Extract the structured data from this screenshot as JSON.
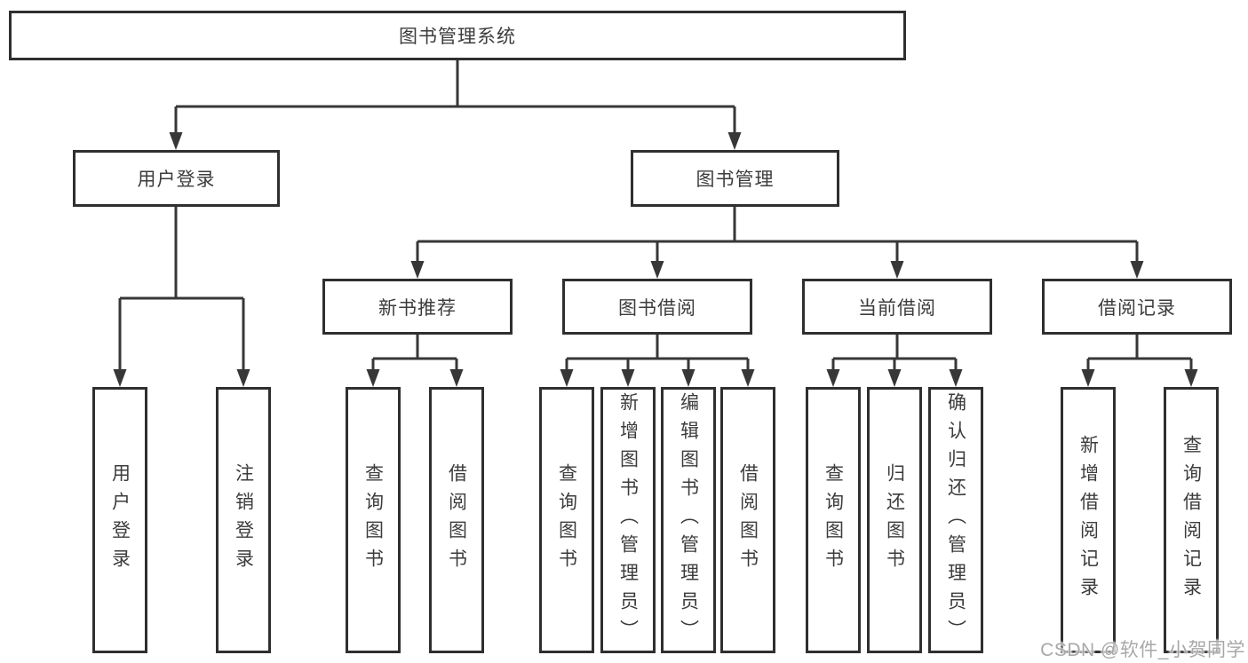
{
  "tree": {
    "label": "图书管理系统",
    "children": [
      {
        "label": "用户登录",
        "children": [
          {
            "label": "用户登录"
          },
          {
            "label": "注销登录"
          }
        ]
      },
      {
        "label": "图书管理",
        "children": [
          {
            "label": "新书推荐",
            "children": [
              {
                "label": "查询图书"
              },
              {
                "label": "借阅图书"
              }
            ]
          },
          {
            "label": "图书借阅",
            "children": [
              {
                "label": "查询图书"
              },
              {
                "label": "新增图书（管理员）"
              },
              {
                "label": "编辑图书（管理员）"
              },
              {
                "label": "借阅图书"
              }
            ]
          },
          {
            "label": "当前借阅",
            "children": [
              {
                "label": "查询图书"
              },
              {
                "label": "归还图书"
              },
              {
                "label": "确认归还（管理员）"
              }
            ]
          },
          {
            "label": "借阅记录",
            "children": [
              {
                "label": "新增借阅记录"
              },
              {
                "label": "查询借阅记录"
              }
            ]
          }
        ]
      }
    ]
  },
  "watermark": "CSDN @软件_小贺同学",
  "colors": {
    "line": "#373737",
    "box_border": "#2f2f2f",
    "text": "#3c3c3c",
    "watermark": "#a8a8a8",
    "background": "#ffffff"
  }
}
